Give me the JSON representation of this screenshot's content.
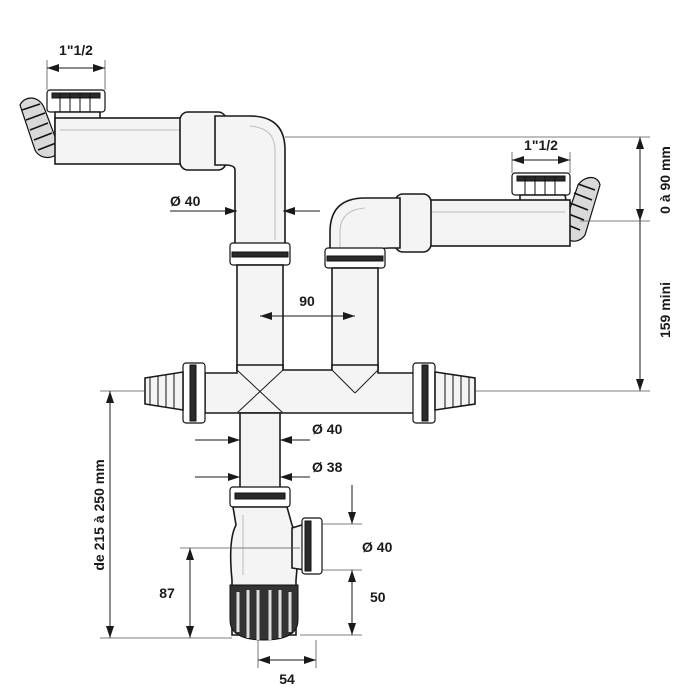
{
  "diagram": {
    "labels": {
      "thread_left": "1\"1/2",
      "thread_right": "1\"1/2",
      "dia_top": "Ø 40",
      "spacing": "90",
      "dia_mid": "Ø 40",
      "dia_tail": "Ø 38",
      "dia_outlet": "Ø 40",
      "height_range": "0 à 90 mm",
      "height_min": "159 mini",
      "overall_height": "de 215 à 250 mm",
      "trap_height": "87",
      "outlet_height": "50",
      "trap_width": "54"
    }
  }
}
